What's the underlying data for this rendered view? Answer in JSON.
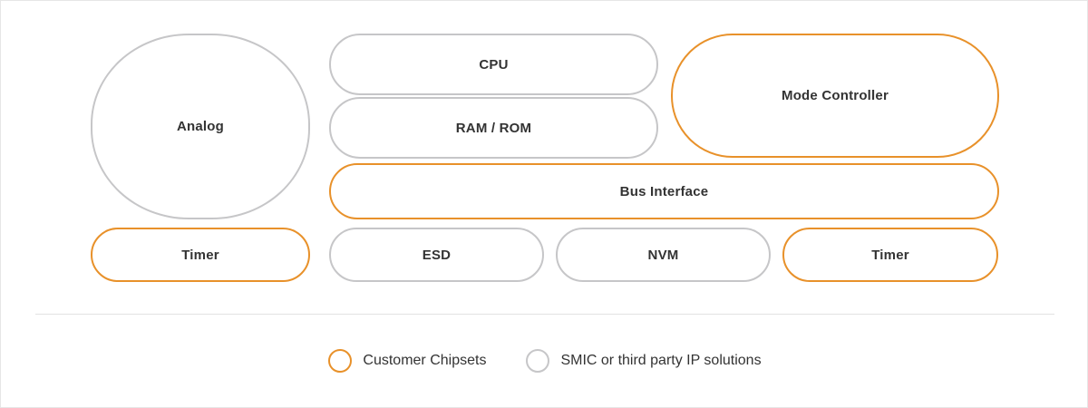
{
  "diagram": {
    "colors": {
      "customer": "#e8912a",
      "third_party": "#c6c6c8",
      "text": "#333333",
      "background": "#ffffff",
      "divider": "#e3e3e3"
    },
    "blocks": [
      {
        "id": "analog",
        "label": "Analog",
        "shape": "ellipse",
        "category": "third-party"
      },
      {
        "id": "cpu",
        "label": "CPU",
        "shape": "pill",
        "category": "third-party"
      },
      {
        "id": "ram",
        "label": "RAM / ROM",
        "shape": "pill",
        "category": "third-party"
      },
      {
        "id": "mode",
        "label": "Mode Controller",
        "shape": "pill",
        "category": "customer"
      },
      {
        "id": "bus",
        "label": "Bus Interface",
        "shape": "pill",
        "category": "customer"
      },
      {
        "id": "timer1",
        "label": "Timer",
        "shape": "pill",
        "category": "customer"
      },
      {
        "id": "esd",
        "label": "ESD",
        "shape": "pill",
        "category": "third-party"
      },
      {
        "id": "nvm",
        "label": "NVM",
        "shape": "pill",
        "category": "third-party"
      },
      {
        "id": "timer2",
        "label": "Timer",
        "shape": "pill",
        "category": "customer"
      }
    ]
  },
  "legend": {
    "items": [
      {
        "label": "Customer Chipsets",
        "swatch": "circle-outline-orange"
      },
      {
        "label": "SMIC or third party IP solutions",
        "swatch": "circle-outline-grey"
      }
    ]
  }
}
